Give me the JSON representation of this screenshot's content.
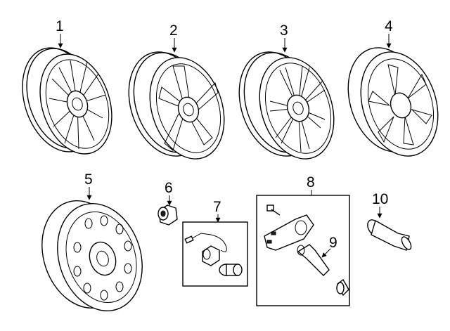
{
  "callouts": [
    {
      "id": "1",
      "label": "1"
    },
    {
      "id": "2",
      "label": "2"
    },
    {
      "id": "3",
      "label": "3"
    },
    {
      "id": "4",
      "label": "4"
    },
    {
      "id": "5",
      "label": "5"
    },
    {
      "id": "6",
      "label": "6"
    },
    {
      "id": "7",
      "label": "7"
    },
    {
      "id": "8",
      "label": "8"
    },
    {
      "id": "9",
      "label": "9"
    },
    {
      "id": "10",
      "label": "10"
    }
  ],
  "parts": [
    {
      "callout": "1",
      "icon": "alloy-wheel-multi-spoke-icon"
    },
    {
      "callout": "2",
      "icon": "alloy-wheel-five-spoke-icon"
    },
    {
      "callout": "3",
      "icon": "alloy-wheel-split-spoke-icon"
    },
    {
      "callout": "4",
      "icon": "alloy-wheel-chrome-icon"
    },
    {
      "callout": "5",
      "icon": "steel-spare-wheel-icon"
    },
    {
      "callout": "6",
      "icon": "lug-nut-icon"
    },
    {
      "callout": "7",
      "icon": "wheel-lock-kit-icon"
    },
    {
      "callout": "8",
      "icon": "tpms-sensor-kit-icon"
    },
    {
      "callout": "9",
      "icon": "tpms-valve-stem-icon"
    },
    {
      "callout": "10",
      "icon": "valve-stem-icon"
    }
  ]
}
